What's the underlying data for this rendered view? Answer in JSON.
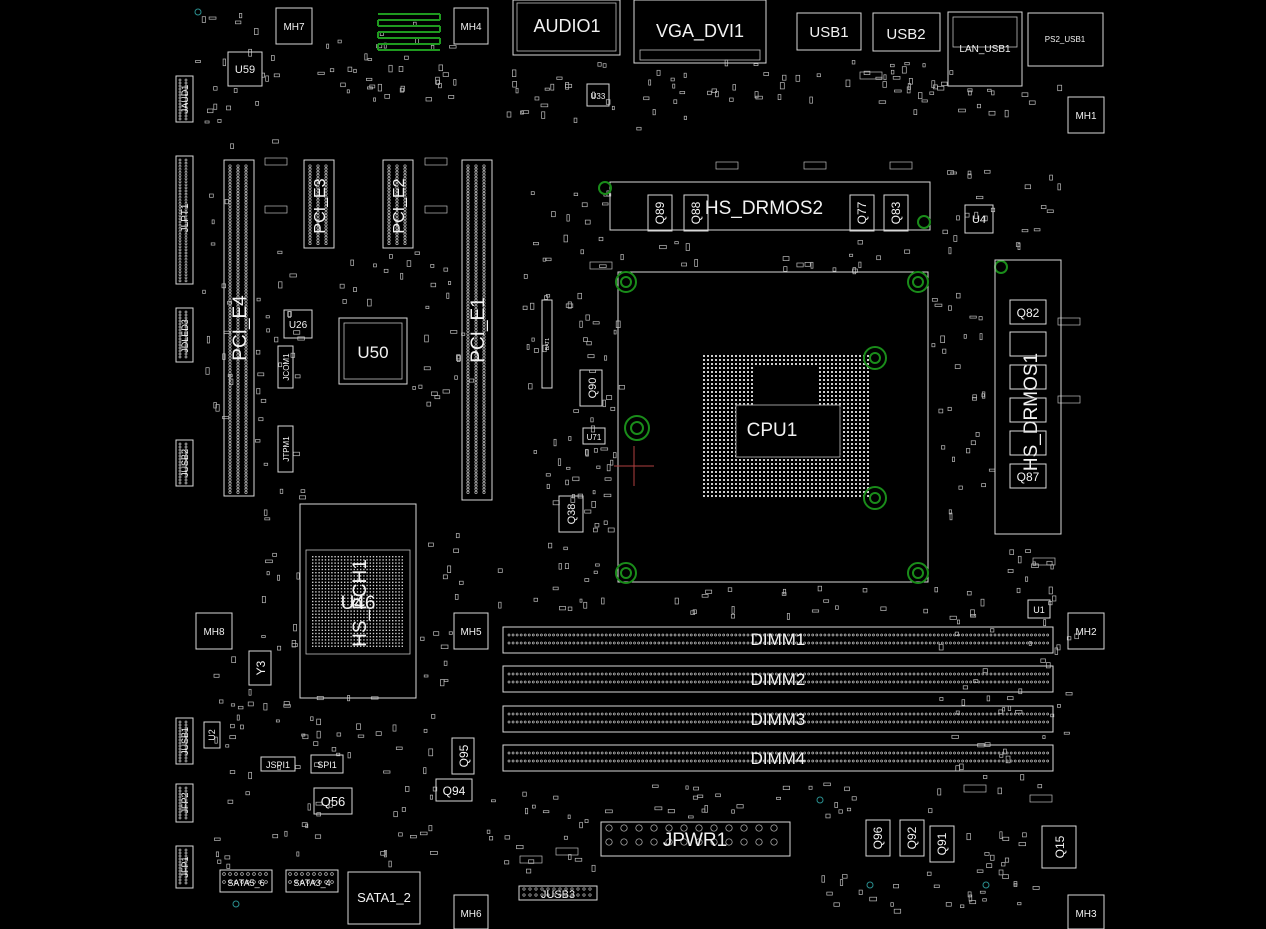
{
  "board": {
    "refdes": {
      "audio1": "AUDIO1",
      "vga_dvi1": "VGA_DVI1",
      "usb1": "USB1",
      "usb2": "USB2",
      "lan_usb1": "LAN_USB1",
      "ps2_usb1": "PS2_USB1",
      "mh7": "MH7",
      "mh4": "MH4",
      "mh1": "MH1",
      "mh2": "MH2",
      "mh3": "MH3",
      "mh5": "MH5",
      "mh6": "MH6",
      "mh8": "MH8",
      "u59": "U59",
      "u33": "U33",
      "u4": "U4",
      "u26": "U26",
      "u50": "U50",
      "u71": "U71",
      "u1": "U1",
      "u2": "U2",
      "u46": "U46",
      "jaud1": "JAUD1",
      "jlpt1": "JLPT1",
      "jdled3": "JDLED3",
      "jcom1": "JCOM1",
      "jtpm1": "JTPM1",
      "jusb2": "JUSB2",
      "jusb1": "JUSB1",
      "jfp2": "JFP2",
      "jfp1": "JFP1",
      "jspi1": "JSPI1",
      "spi1": "SPI1",
      "jusb3": "JUSB3",
      "pci_e4": "PCI_E4",
      "pci_e3": "PCI_E3",
      "pci_e2": "PCI_E2",
      "pci_e1": "PCI_E1",
      "hs_drmos2": "HS_DRMOS2",
      "hs_drmos1": "HS_DRMOS1",
      "hs_pch1": "HS_PCH1",
      "cpu1": "CPU1",
      "dimm1": "DIMM1",
      "dimm2": "DIMM2",
      "dimm3": "DIMM3",
      "dimm4": "DIMM4",
      "jpwr1": "JPWR1",
      "sata5_6": "SATA5_6",
      "sata3_4": "SATA3_4",
      "sata1_2": "SATA1_2",
      "y3": "Y3",
      "bat1": "BAT1",
      "q89": "Q89",
      "q88": "Q88",
      "q77": "Q77",
      "q83": "Q83",
      "q90": "Q90",
      "q38": "Q38",
      "q82": "Q82",
      "q87": "Q87",
      "q95": "Q95",
      "q94": "Q94",
      "q56": "Q56",
      "q96": "Q96",
      "q92": "Q92",
      "q91": "Q91",
      "q15": "Q15"
    }
  },
  "colors": {
    "background": "#000000",
    "outline": "#d8d8d8",
    "label": "#f2f2f2",
    "via": "#1a8c1a",
    "marker": "#b04040"
  }
}
